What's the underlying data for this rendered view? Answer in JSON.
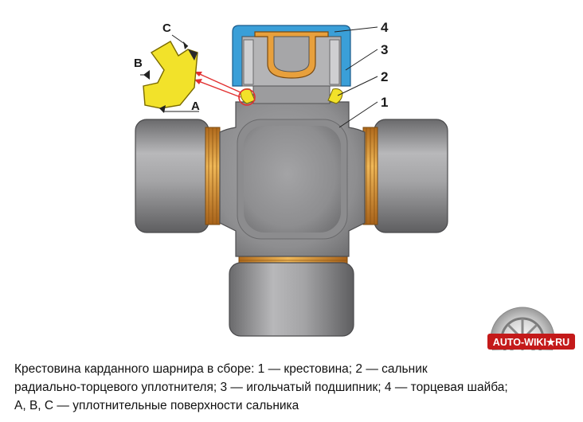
{
  "diagram": {
    "callouts": [
      "1",
      "2",
      "3",
      "4"
    ],
    "seal_surfaces": [
      "A",
      "B",
      "C"
    ]
  },
  "caption": {
    "line1": "Крестовина карданного шарнира в сборе: 1 — крестовина; 2 — сальник",
    "line2": "радиально-торцевого уплотнителя; 3 — игольчатый подшипник; 4 — торцевая шайба;",
    "line3": "A, B, C — уплотнительные поверхности сальника"
  },
  "watermark": {
    "text": "AUTO-WIKI★RU"
  },
  "colors": {
    "body_gray": "#9a9a9c",
    "seal_yellow": "#f2e22a",
    "bearing_blue": "#3a9fd8",
    "washer_orange": "#e8a03c",
    "arrow_red": "#e23030"
  }
}
